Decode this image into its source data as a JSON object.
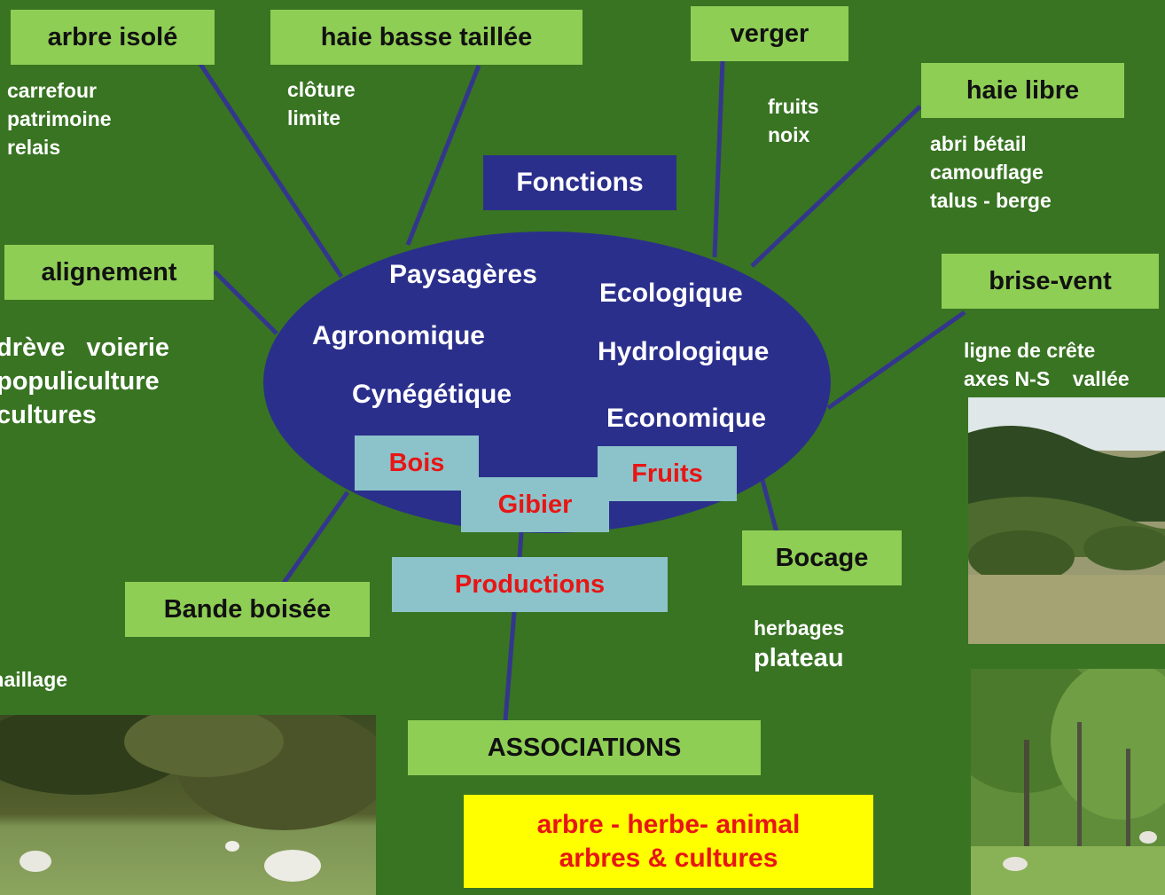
{
  "center": {
    "title": "Fonctions",
    "functions": [
      "Paysagères",
      "Agronomique",
      "Cynégétique",
      "Ecologique",
      "Hydrologique",
      "Economique"
    ]
  },
  "productions": {
    "label": "Productions",
    "items": [
      "Bois",
      "Gibier",
      "Fruits"
    ]
  },
  "nodes": {
    "arbre_isole": {
      "label": "arbre isolé",
      "uses": "carrefour\npatrimoine\nrelais"
    },
    "haie_basse": {
      "label": "haie basse taillée",
      "uses": "clôture\nlimite"
    },
    "verger": {
      "label": "verger",
      "uses": "fruits\nnoix"
    },
    "haie_libre": {
      "label": "haie libre",
      "uses": "abri bétail\ncamouflage\ntalus - berge"
    },
    "alignement": {
      "label": "alignement",
      "uses": "drève   voierie\npopuliculture\ncultures"
    },
    "brise_vent": {
      "label": "brise-vent",
      "uses": "ligne de crête\naxes N-S    vallée"
    },
    "bande_boisee": {
      "label": "Bande boisée",
      "uses": "maillage"
    },
    "bocage": {
      "label": "Bocage",
      "uses_1": "herbages",
      "uses_2": "plateau"
    }
  },
  "associations": {
    "label": "ASSOCIATIONS",
    "line_1": "arbre - herbe- animal",
    "line_2": "arbres & cultures"
  },
  "colors": {
    "background": "#387422",
    "node_box": "#8fce55",
    "ellipse": "#2b2f8c",
    "production_box": "#8cc3ca",
    "production_text": "#e81515",
    "association_box": "#ffff00"
  }
}
